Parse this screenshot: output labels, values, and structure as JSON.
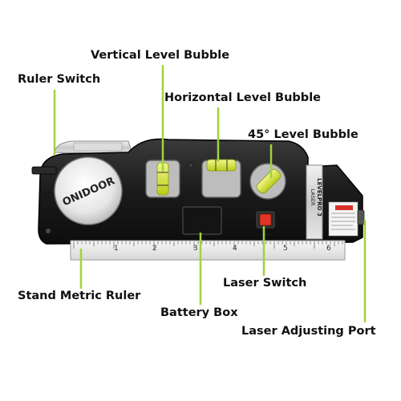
{
  "labels": {
    "vertical_level_bubble": "Vertical Level Bubble",
    "ruler_switch": "Ruler Switch",
    "horizontal_level_bubble": "Horizontal Level Bubble",
    "level_bubble_45": "45° Level Bubble",
    "stand_metric_ruler": "Stand Metric Ruler",
    "laser_switch": "Laser Switch",
    "battery_box": "Battery Box",
    "laser_adjusting_port": "Laser Adjusting Port"
  },
  "device": {
    "brand": "ONIDOOR",
    "model_line1": "LASER",
    "model_line2": "LEVELPRO 3",
    "ruler_numbers": [
      "1",
      "2",
      "3",
      "4",
      "5",
      "6"
    ]
  },
  "colors": {
    "leader_line": "#9fd33c",
    "body": "#1d1d1d",
    "bubble_liquid": "#d6e63a",
    "laser_switch": "#e03526",
    "ruler": "#ececec"
  }
}
